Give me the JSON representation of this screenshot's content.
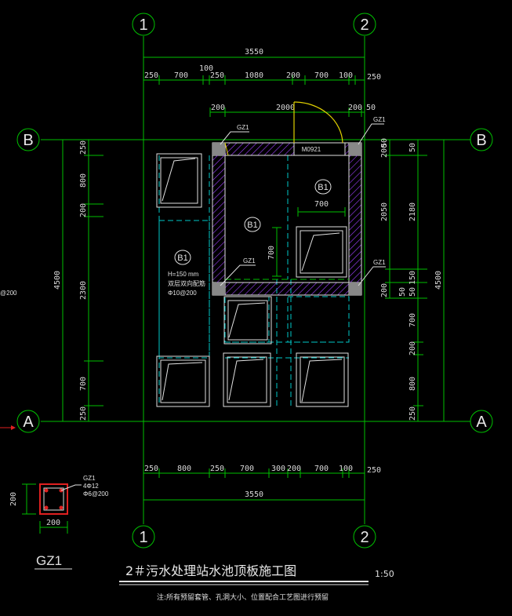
{
  "axes": {
    "col1": "1",
    "col2": "2",
    "rowA": "A",
    "rowB": "B"
  },
  "top_total": "3550",
  "top_row1": [
    "250",
    "700",
    "100",
    "250",
    "1080",
    "200",
    "700",
    "100",
    "250"
  ],
  "top_row2": [
    "200",
    "2000",
    "200",
    "50"
  ],
  "bottom_row": [
    "250",
    "800",
    "250",
    "700",
    "300",
    "200",
    "700",
    "100",
    "250"
  ],
  "bottom_total": "3550",
  "left_total": "4500",
  "left_dims": [
    "250",
    "800",
    "200",
    "2300",
    "700",
    "250"
  ],
  "right_total": "4500",
  "right_inner": [
    "50",
    "200",
    "2050",
    "200",
    "50"
  ],
  "right_inner2": [
    "2180",
    "150",
    "50"
  ],
  "right_lower": [
    "700",
    "200",
    "800",
    "250"
  ],
  "inner_dims": {
    "w700": "700",
    "h700": "700"
  },
  "labels": {
    "gz1": "GZ1",
    "door": "M0921",
    "b1": "B1",
    "slab_h": "H=150 mm",
    "slab_rebar1": "双层双向配筋",
    "slab_rebar2": "Φ10@200",
    "left_cut": "@200"
  },
  "section": {
    "name": "GZ1",
    "rebar1": "4Φ12",
    "rebar2": "Φ6@200",
    "w": "200",
    "h": "200"
  },
  "title": "2＃污水处理站水池顶板施工图",
  "scale": "1:50",
  "note": "注:所有预留套管、孔洞大小、位置配合工艺图进行预留",
  "colors": {
    "bg": "#000000",
    "green": "#00c000",
    "white": "#e0e0e0",
    "cyan": "#00c8c8",
    "magenta": "#a040ff",
    "yellow": "#e0d000",
    "red": "#e02020"
  }
}
